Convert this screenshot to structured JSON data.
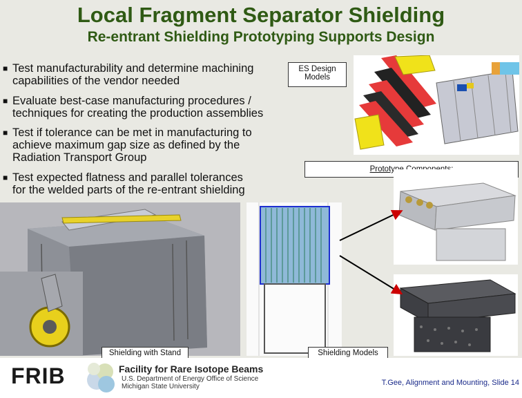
{
  "title": "Local Fragment Separator Shielding",
  "subtitle": "Re-entrant Shielding Prototyping Supports Design",
  "bullets": [
    {
      "line1": "Test manufacturability and determine machining",
      "line2": "capabilities of the vendor needed"
    },
    {
      "line1": "Evaluate best-case manufacturing procedures /",
      "line2": "techniques for creating the production assemblies"
    },
    {
      "line1": "Test if tolerance can be met in manufacturing to",
      "line2": "achieve maximum gap size as defined by the",
      "line3": "Radiation Transport Group"
    },
    {
      "line1": "Test expected flatness and parallel tolerances",
      "line2": "for the welded parts of the re-entrant shielding"
    }
  ],
  "labels": {
    "es_design_line1": "ES Design",
    "es_design_line2": "Models",
    "prototype_components": "Prototype Components:",
    "shielding_with_stand": "Shielding with Stand",
    "shielding_models": "Shielding Models"
  },
  "footer": {
    "logo_text": "FRIB",
    "org_name": "Facility for Rare Isotope Beams",
    "doe": "U.S. Department of Energy Office of Science",
    "msu": "Michigan State University",
    "slide_ref": "T.Gee, Alignment and Mounting, Slide 14"
  }
}
